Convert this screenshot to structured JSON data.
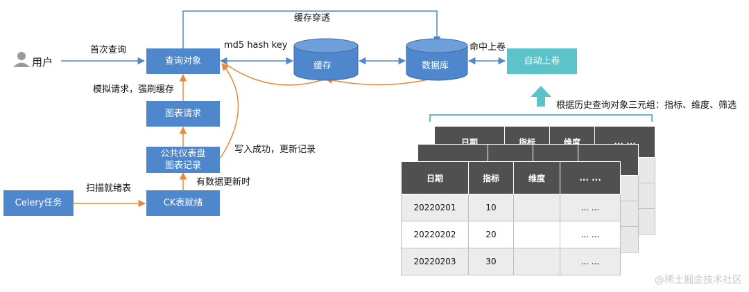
{
  "nodes": {
    "user": "用户",
    "query_object": "查询对象",
    "cache": "缓存",
    "database": "数据库",
    "auto_shelve": "自动上卷",
    "chart_request": "图表请求",
    "dashboard_record": "公共仪表盘\n图表记录",
    "ck_ready": "CK表就绪",
    "celery": "Celery任务"
  },
  "labels": {
    "first_query": "首次查询",
    "md5_key": "md5 hash key",
    "cache_penetration": "缓存穿透",
    "hit_shelve": "命中上卷",
    "simulate_request": "模拟请求，强刷缓存",
    "write_success": "写入成功，更新记录",
    "data_updated": "有数据更新时",
    "scan_ready": "扫描就绪表",
    "triple_desc": "根据历史查询对象三元组：指标、维度、筛选"
  },
  "table": {
    "headers": [
      "日期",
      "指标",
      "维度",
      "... ..."
    ],
    "rows": [
      [
        "20220201",
        "10",
        "",
        "... ..."
      ],
      [
        "20220202",
        "20",
        "",
        "... ..."
      ],
      [
        "20220203",
        "30",
        "",
        "... ..."
      ]
    ]
  },
  "watermark": "@稀土掘金技术社区",
  "colors": {
    "node_blue": "#4f87cc",
    "node_teal": "#5cc3c9",
    "arrow_blue": "#4f87cc",
    "arrow_orange": "#e8883a",
    "table_header": "#505050"
  }
}
